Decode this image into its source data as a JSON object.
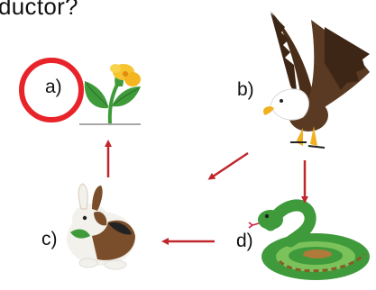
{
  "question": {
    "text": "ductor?"
  },
  "labels": {
    "a": "a)",
    "b": "b)",
    "c": "c)",
    "d": "d)"
  },
  "organisms": [
    {
      "id": "a",
      "icon": "plant-with-flower-icon"
    },
    {
      "id": "b",
      "icon": "eagle-icon"
    },
    {
      "id": "c",
      "icon": "rabbit-icon"
    },
    {
      "id": "d",
      "icon": "snake-icon"
    }
  ],
  "colors": {
    "arrow": "#c0272d",
    "highlight_circle": "#e8242a",
    "plant_leaf": "#3f9b3a",
    "flower": "#f5c430",
    "snake": "#3e9a3a",
    "eagle_body": "#5a3a22"
  },
  "highlight": {
    "target": "a"
  }
}
